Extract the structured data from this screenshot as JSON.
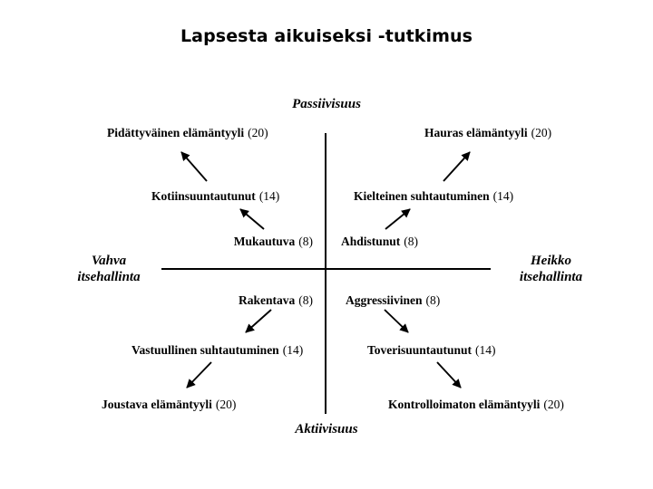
{
  "title": "Lapsesta aikuiseksi -tutkimus",
  "axes": {
    "top_pole": "Passiivisuus",
    "bottom_pole": "Aktiivisuus",
    "left_pole_line1": "Vahva",
    "left_pole_line2": "itsehallinta",
    "right_pole_line1": "Heikko",
    "right_pole_line2": "itsehallinta"
  },
  "quadrants": {
    "upper_left": [
      {
        "name": "Pidättyväinen elämäntyyli",
        "count": "(20)"
      },
      {
        "name": "Kotiinsuuntautunut",
        "count": "(14)"
      },
      {
        "name": "Mukautuva",
        "count": "(8)"
      }
    ],
    "upper_right": [
      {
        "name": "Hauras  elämäntyyli",
        "count": "(20)"
      },
      {
        "name": "Kielteinen suhtautuminen",
        "count": "(14)"
      },
      {
        "name": "Ahdistunut",
        "count": "(8)"
      }
    ],
    "lower_left": [
      {
        "name": "Rakentava",
        "count": "(8)"
      },
      {
        "name": "Vastuullinen suhtautuminen",
        "count": "(14)"
      },
      {
        "name": "Joustava elämäntyyli",
        "count": "(20)"
      }
    ],
    "lower_right": [
      {
        "name": "Aggressiivinen",
        "count": "(8)"
      },
      {
        "name": "Toverisuuntautunut",
        "count": "(14)"
      },
      {
        "name": "Kontrolloimaton elämäntyyli",
        "count": "(20)"
      }
    ]
  },
  "arrows": {
    "upper_left_outer_label": "arrow-up-left",
    "upper_left_inner_label": "arrow-up-left",
    "upper_right_outer_label": "arrow-up-right",
    "upper_right_inner_label": "arrow-up-right",
    "lower_left_inner_label": "arrow-down-left",
    "lower_left_outer_label": "arrow-down-left",
    "lower_right_inner_label": "arrow-down-right",
    "lower_right_outer_label": "arrow-down-right"
  },
  "colors": {
    "ink": "#000000",
    "background": "#ffffff"
  }
}
